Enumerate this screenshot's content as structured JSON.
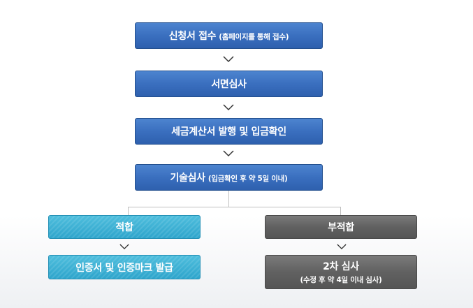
{
  "steps": {
    "s1": {
      "main": "신청서 접수",
      "sub": "(홈페이지를 통해 접수)"
    },
    "s2": {
      "main": "서면심사"
    },
    "s3": {
      "main": "세금계산서 발행 및 입금확인"
    },
    "s4": {
      "main": "기술심사",
      "sub": "(입금확인 후 약 5일 이내)"
    }
  },
  "branches": {
    "pass": {
      "label": "적합",
      "result": "인증서 및 인증마크 발급"
    },
    "fail": {
      "label": "부적합",
      "result_main": "2차 심사",
      "result_sub": "(수정 후 약 4일 이내 심사)"
    }
  },
  "colors": {
    "step_blue": "#3a6fbf",
    "pass_teal": "#2ea5cc",
    "fail_gray": "#616161",
    "connector": "#bfbfbf",
    "arrow": "#333333"
  },
  "icons": {
    "flow_arrow": "chevron-down-icon"
  }
}
